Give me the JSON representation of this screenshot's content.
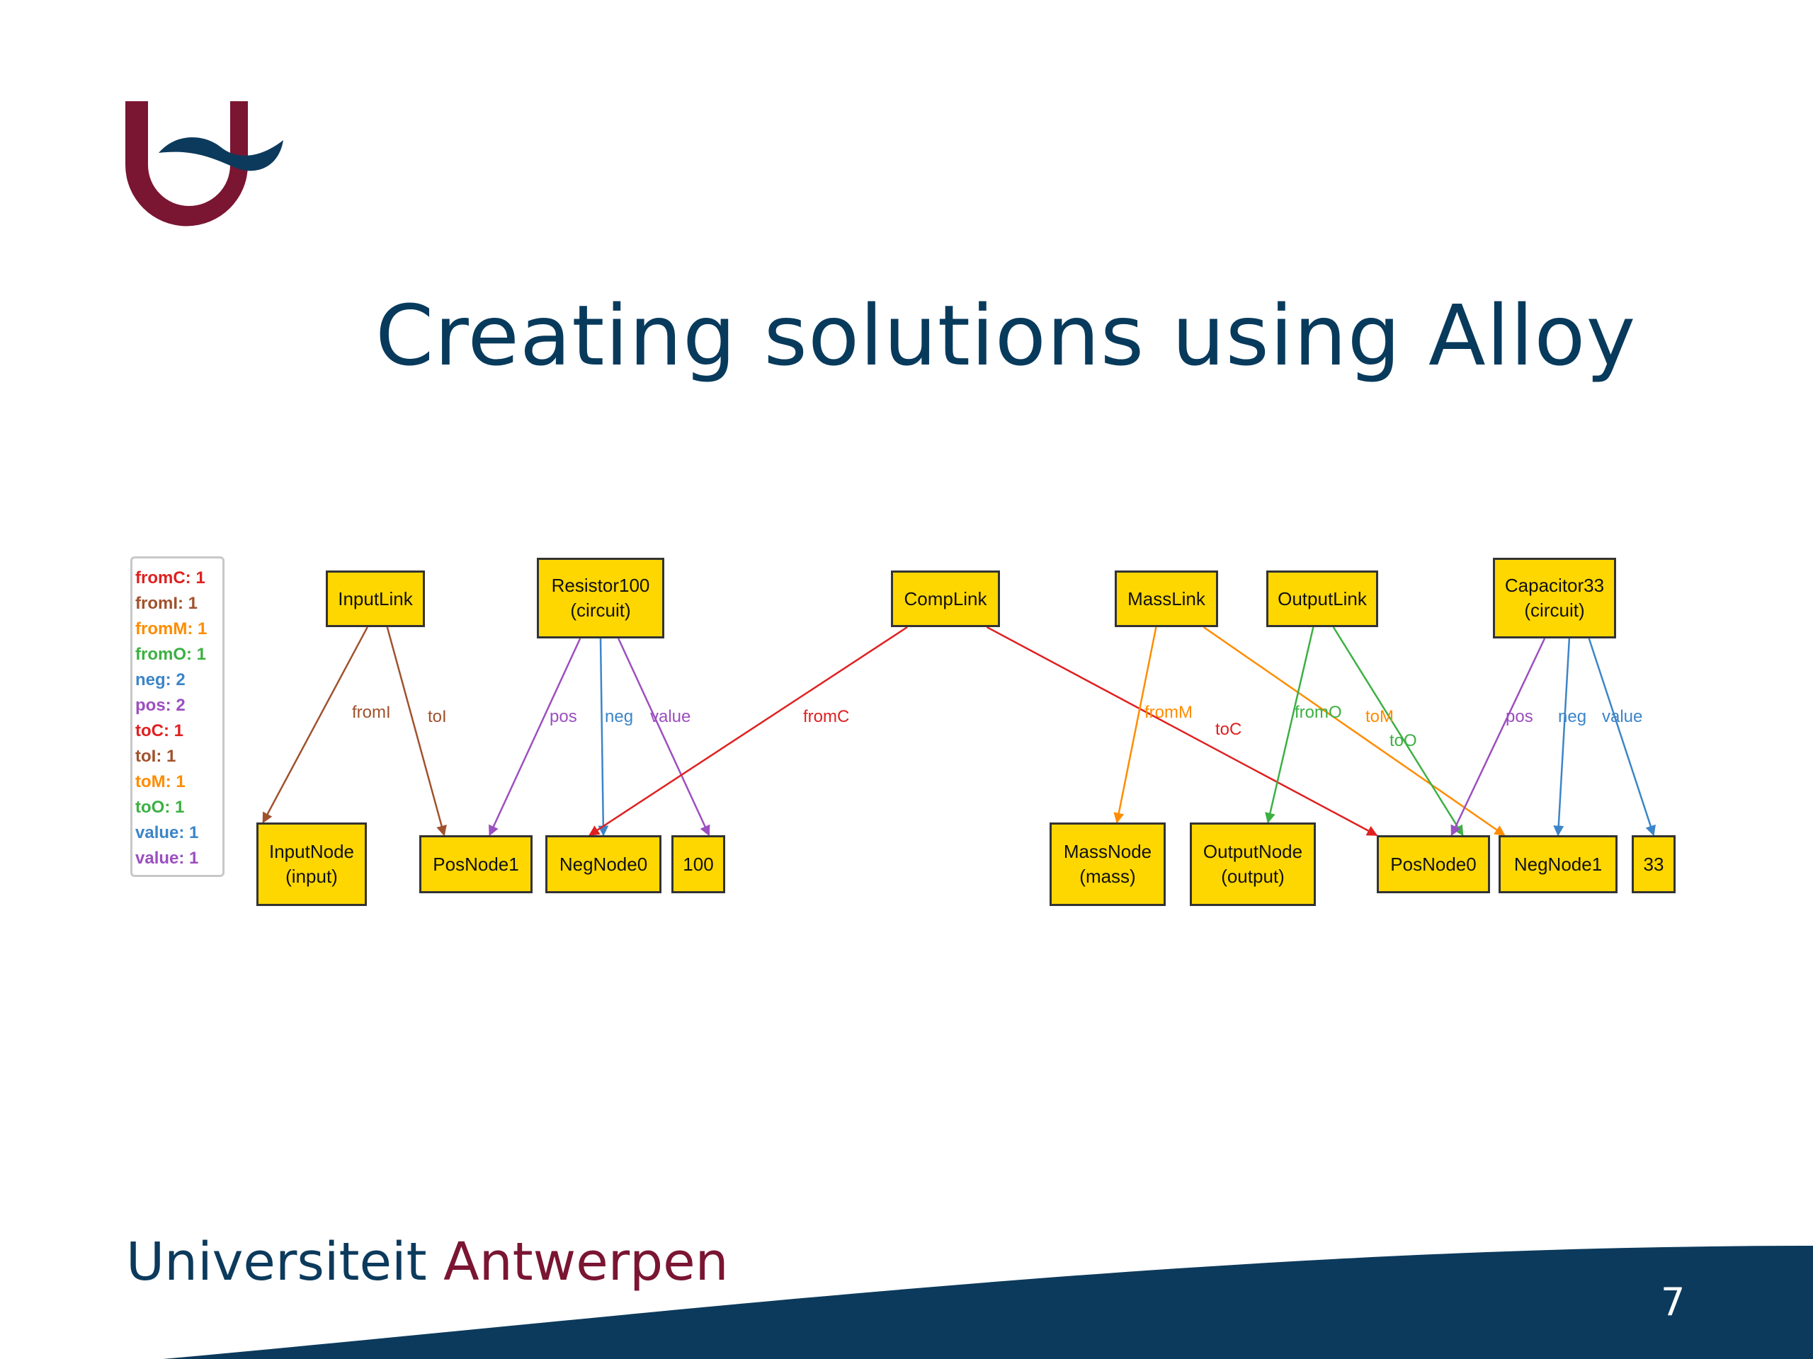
{
  "slide": {
    "title": "Creating solutions using Alloy",
    "brand_part1": "Universiteit",
    "brand_part2": "Antwerpen",
    "page_number": "7"
  },
  "colors": {
    "title": "#083a5c",
    "brand_blue": "#0c3a5c",
    "brand_red": "#7a1532",
    "node_fill": "#ffd700",
    "edge_red": "#e02020",
    "edge_brown": "#a0522d",
    "edge_orange": "#ff8c00",
    "edge_green": "#3cb043",
    "edge_blue": "#3c85c8",
    "edge_purple": "#9b4fc0"
  },
  "legend": [
    {
      "label": "fromC: 1",
      "color": "#e02020"
    },
    {
      "label": "fromI: 1",
      "color": "#a0522d"
    },
    {
      "label": "fromM: 1",
      "color": "#ff8c00"
    },
    {
      "label": "fromO: 1",
      "color": "#3cb043"
    },
    {
      "label": "neg: 2",
      "color": "#3c85c8"
    },
    {
      "label": "pos: 2",
      "color": "#9b4fc0"
    },
    {
      "label": "toC: 1",
      "color": "#e02020"
    },
    {
      "label": "toI: 1",
      "color": "#a0522d"
    },
    {
      "label": "toM: 1",
      "color": "#ff8c00"
    },
    {
      "label": "toO: 1",
      "color": "#3cb043"
    },
    {
      "label": "value: 1",
      "color": "#3c85c8"
    },
    {
      "label": "value: 1",
      "color": "#9b4fc0"
    }
  ],
  "nodes": [
    {
      "id": "inputlink",
      "lines": [
        "InputLink"
      ]
    },
    {
      "id": "resistor100",
      "lines": [
        "Resistor100",
        "(circuit)"
      ]
    },
    {
      "id": "complink",
      "lines": [
        "CompLink"
      ]
    },
    {
      "id": "masslink",
      "lines": [
        "MassLink"
      ]
    },
    {
      "id": "outputlink",
      "lines": [
        "OutputLink"
      ]
    },
    {
      "id": "capacitor33",
      "lines": [
        "Capacitor33",
        "(circuit)"
      ]
    },
    {
      "id": "inputnode",
      "lines": [
        "InputNode",
        "(input)"
      ]
    },
    {
      "id": "posnode1",
      "lines": [
        "PosNode1"
      ]
    },
    {
      "id": "negnode0",
      "lines": [
        "NegNode0"
      ]
    },
    {
      "id": "n100",
      "lines": [
        "100"
      ]
    },
    {
      "id": "massnode",
      "lines": [
        "MassNode",
        "(mass)"
      ]
    },
    {
      "id": "outputnode",
      "lines": [
        "OutputNode",
        "(output)"
      ]
    },
    {
      "id": "posnode0",
      "lines": [
        "PosNode0"
      ]
    },
    {
      "id": "negnode1",
      "lines": [
        "NegNode1"
      ]
    },
    {
      "id": "n33",
      "lines": [
        "33"
      ]
    }
  ],
  "edges": [
    {
      "from": "inputlink",
      "to": "inputnode",
      "label": "fromI",
      "color": "#a0522d"
    },
    {
      "from": "inputlink",
      "to": "posnode1",
      "label": "toI",
      "color": "#a0522d"
    },
    {
      "from": "resistor100",
      "to": "posnode1",
      "label": "pos",
      "color": "#9b4fc0"
    },
    {
      "from": "resistor100",
      "to": "negnode0",
      "label": "neg",
      "color": "#3c85c8"
    },
    {
      "from": "resistor100",
      "to": "n100",
      "label": "value",
      "color": "#9b4fc0"
    },
    {
      "from": "complink",
      "to": "negnode0",
      "label": "fromC",
      "color": "#e02020"
    },
    {
      "from": "complink",
      "to": "posnode0",
      "label": "toC",
      "color": "#e02020"
    },
    {
      "from": "masslink",
      "to": "massnode",
      "label": "fromM",
      "color": "#ff8c00"
    },
    {
      "from": "masslink",
      "to": "negnode1",
      "label": "toM",
      "color": "#ff8c00"
    },
    {
      "from": "outputlink",
      "to": "outputnode",
      "label": "fromO",
      "color": "#3cb043"
    },
    {
      "from": "outputlink",
      "to": "posnode0",
      "label": "toO",
      "color": "#3cb043"
    },
    {
      "from": "capacitor33",
      "to": "posnode0",
      "label": "pos",
      "color": "#9b4fc0"
    },
    {
      "from": "capacitor33",
      "to": "negnode1",
      "label": "neg",
      "color": "#3c85c8"
    },
    {
      "from": "capacitor33",
      "to": "n33",
      "label": "value",
      "color": "#3c85c8"
    }
  ]
}
